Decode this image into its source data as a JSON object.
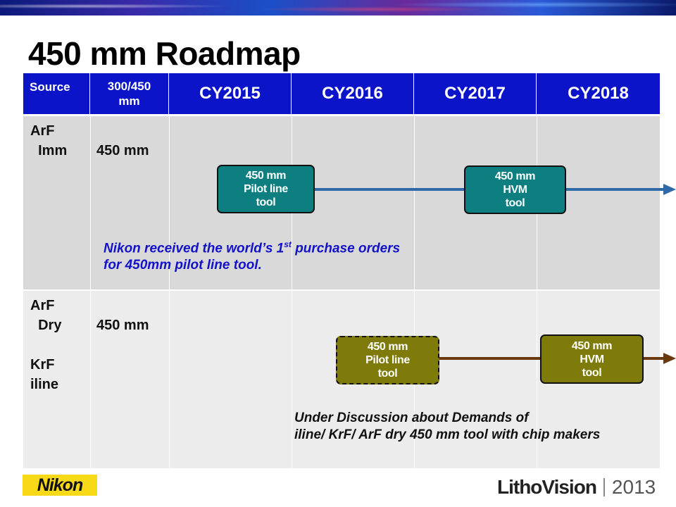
{
  "slide": {
    "title": "450 mm Roadmap"
  },
  "table": {
    "headers": {
      "source": "Source",
      "size": "300/450\nmm",
      "years": [
        "CY2015",
        "CY2016",
        "CY2017",
        "CY2018"
      ]
    },
    "rows": [
      {
        "source": "ArF\n  Imm",
        "size": "450 mm",
        "boxes": [
          {
            "text": "450 mm\nPilot line\ntool"
          },
          {
            "text": "450 mm\nHVM\ntool"
          }
        ],
        "note": {
          "pre": "Nikon received the world’s 1",
          "sup": "st",
          "post": " purchase orders",
          "line2": "for 450mm pilot line tool."
        }
      },
      {
        "source": "ArF\n  Dry\n\nKrF\niline",
        "size": "450 mm",
        "boxes": [
          {
            "text": "450 mm\nPilot line\ntool"
          },
          {
            "text": "450 mm\nHVM\ntool"
          }
        ],
        "note": {
          "line1": "Under Discussion about Demands of",
          "line2": "iline/ KrF/ ArF dry 450 mm tool with chip makers"
        }
      }
    ]
  },
  "colors": {
    "header_blue": "#0b14c8",
    "teal_box": "#0d7f80",
    "olive_box": "#7e7b0a",
    "arrow_blue": "#2e6aa8",
    "arrow_brown": "#6a3a0e"
  },
  "footer": {
    "left_logo": "Nikon",
    "right_logo": "LithoVision",
    "right_year": "2013"
  }
}
